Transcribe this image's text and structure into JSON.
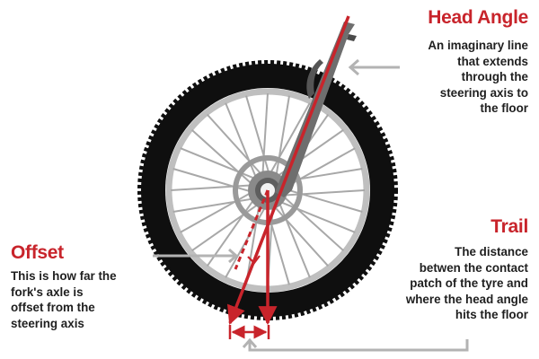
{
  "labels": {
    "head_angle": {
      "title": "Head Angle",
      "desc": [
        "An imaginary line",
        "that extends",
        "through the",
        "steering axis to",
        "the floor"
      ]
    },
    "trail": {
      "title": "Trail",
      "desc": [
        "The distance",
        "betwen the contact",
        "patch of the tyre and",
        "where the head angle",
        "hits the floor"
      ]
    },
    "offset": {
      "title": "Offset",
      "desc": [
        "This is how far the",
        "fork's axle is",
        "offset from the",
        "steering axis"
      ]
    }
  },
  "colors": {
    "accent": "#c8242b",
    "tyre": "#0f0f0f",
    "rim": "#bfbfbf",
    "spoke": "#a8a8a8",
    "hub": "#7a7a7a",
    "fork": "#5a5a5a",
    "pointer": "#b3b3b3",
    "text": "#1f1f1f"
  }
}
